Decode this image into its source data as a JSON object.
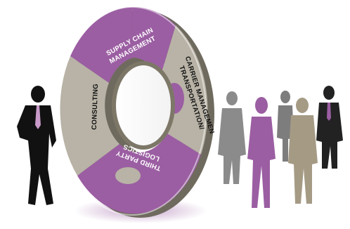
{
  "diagram": {
    "segments": [
      {
        "id": "supply-chain",
        "line1": "SUPPLY CHAIN",
        "line2": "MANAGEMENT",
        "color": "#9b5ea2",
        "text_color": "#ffffff"
      },
      {
        "id": "transportation",
        "line1": "TRANSPORTATION/",
        "line2": "CARRIER MANAGEMEN",
        "color": "#b8b3a6",
        "text_color": "#111111"
      },
      {
        "id": "third-party",
        "line1": "THIRD PARTY",
        "line2": "LOGISTICS",
        "color": "#9b5ea2",
        "text_color": "#ffffff"
      },
      {
        "id": "consulting",
        "line1": "CONSULTING",
        "line2": "",
        "color": "#b8b3a6",
        "text_color": "#111111"
      }
    ]
  },
  "colors": {
    "purple": "#9b5ea2",
    "purple_dark": "#6b3a75",
    "taupe": "#b8b3a6",
    "taupe_dark": "#8a8476",
    "grey_figure": "#8b8b8b",
    "khaki_figure": "#a59b85",
    "black_figure": "#111111"
  }
}
